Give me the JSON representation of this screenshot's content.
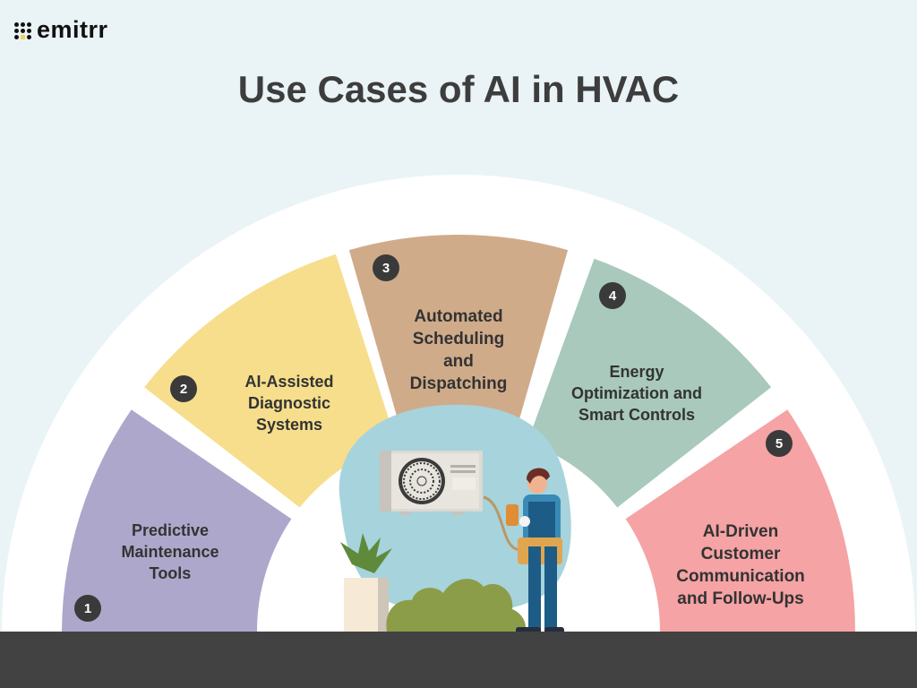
{
  "brand": {
    "logo_text": "emitrr",
    "logo_icon": "dot-grid-icon",
    "colors": {
      "logo_text": "#111111",
      "logo_accent": "#f4cf5a"
    }
  },
  "header": {
    "title": "Use Cases of AI in HVAC"
  },
  "colors": {
    "background": "#eaf4f6",
    "outer_ring": "#ffffff",
    "ground": "#424242",
    "badge": "#3a3a3a",
    "title": "#3d3d3d"
  },
  "segments": [
    {
      "number": "1",
      "label_lines": [
        "Predictive",
        "Maintenance",
        "Tools"
      ],
      "label": "Predictive Maintenance Tools",
      "color": "#ada7cb"
    },
    {
      "number": "2",
      "label_lines": [
        "AI-Assisted",
        "Diagnostic",
        "Systems"
      ],
      "label": "AI-Assisted Diagnostic Systems",
      "color": "#f6de8c"
    },
    {
      "number": "3",
      "label_lines": [
        "Automated",
        "Scheduling",
        "and",
        "Dispatching"
      ],
      "label": "Automated Scheduling and Dispatching",
      "color": "#d0ab8a"
    },
    {
      "number": "4",
      "label_lines": [
        "Energy",
        "Optimization and",
        "Smart Controls"
      ],
      "label": "Energy Optimization and Smart Controls",
      "color": "#a8c9bc"
    },
    {
      "number": "5",
      "label_lines": [
        "AI-Driven",
        "Customer",
        "Communication",
        "and Follow-Ups"
      ],
      "label": "AI-Driven Customer Communication and Follow-Ups",
      "color": "#f5a3a4"
    }
  ],
  "illustration": {
    "description": "HVAC technician testing outdoor AC unit with multimeter",
    "elements": [
      "ac-unit",
      "technician",
      "multimeter",
      "potted-plant",
      "bush",
      "blob-background"
    ]
  }
}
